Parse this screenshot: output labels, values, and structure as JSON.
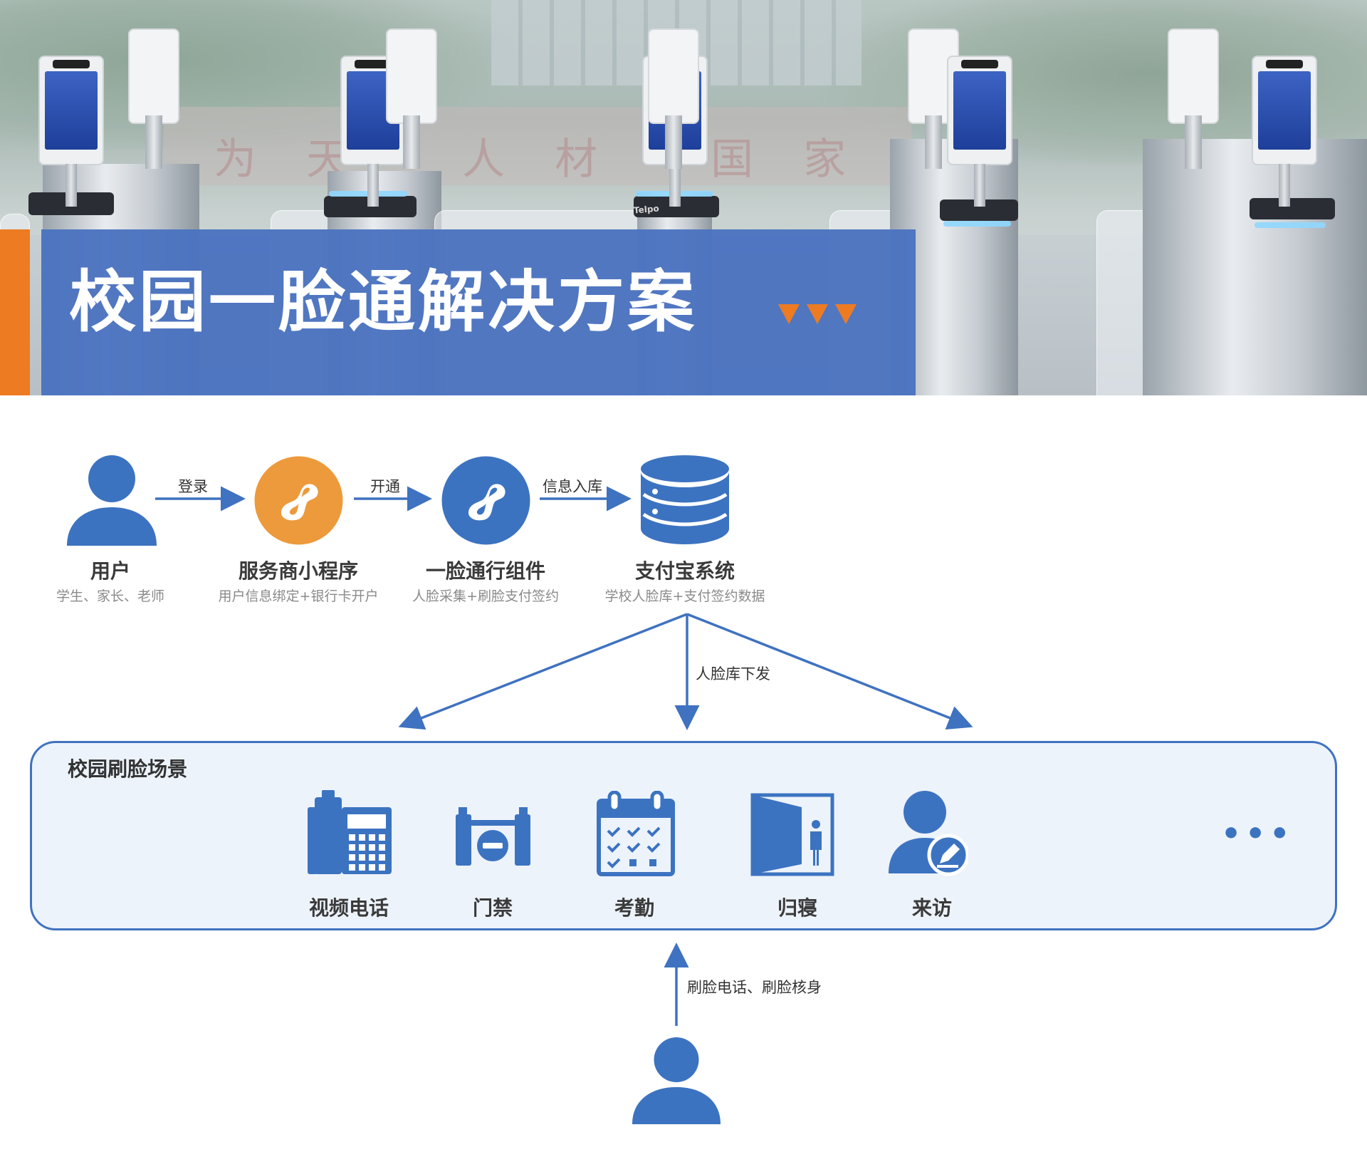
{
  "header": {
    "title": "校园一脸通解决方案",
    "background_slogan": "为天 人材 国家",
    "device_brand": "Telpo"
  },
  "flow": {
    "nodes": [
      {
        "label": "用户",
        "sub": "学生、家长、老师",
        "icon": "user-icon"
      },
      {
        "label": "服务商小程序",
        "sub": "用户信息绑定+银行卡开户",
        "icon": "mini-program-icon"
      },
      {
        "label": "一脸通行组件",
        "sub": "人脸采集+刷脸支付签约",
        "icon": "mini-program-icon"
      },
      {
        "label": "支付宝系统",
        "sub": "学校人脸库+支付签约数据",
        "icon": "database-icon"
      }
    ],
    "edges": [
      "登录",
      "开通",
      "信息入库"
    ],
    "distribute_label": "人脸库下发",
    "bottom_label": "刷脸电话、刷脸核身"
  },
  "scenarios": {
    "title": "校园刷脸场景",
    "items": [
      {
        "label": "视频电话",
        "icon": "desk-phone-icon"
      },
      {
        "label": "门禁",
        "icon": "turnstile-gate-icon"
      },
      {
        "label": "考勤",
        "icon": "calendar-check-icon"
      },
      {
        "label": "归寝",
        "icon": "dormitory-door-icon"
      },
      {
        "label": "来访",
        "icon": "visitor-sign-icon"
      }
    ],
    "more": "•••"
  },
  "colors": {
    "primary_blue": "#3f72c0",
    "icon_blue": "#3c73c1",
    "orange": "#ed7b22",
    "orange_icon": "#ed9a3c",
    "title_band": "#4b73bf",
    "scenario_bg": "#edf3fb"
  }
}
